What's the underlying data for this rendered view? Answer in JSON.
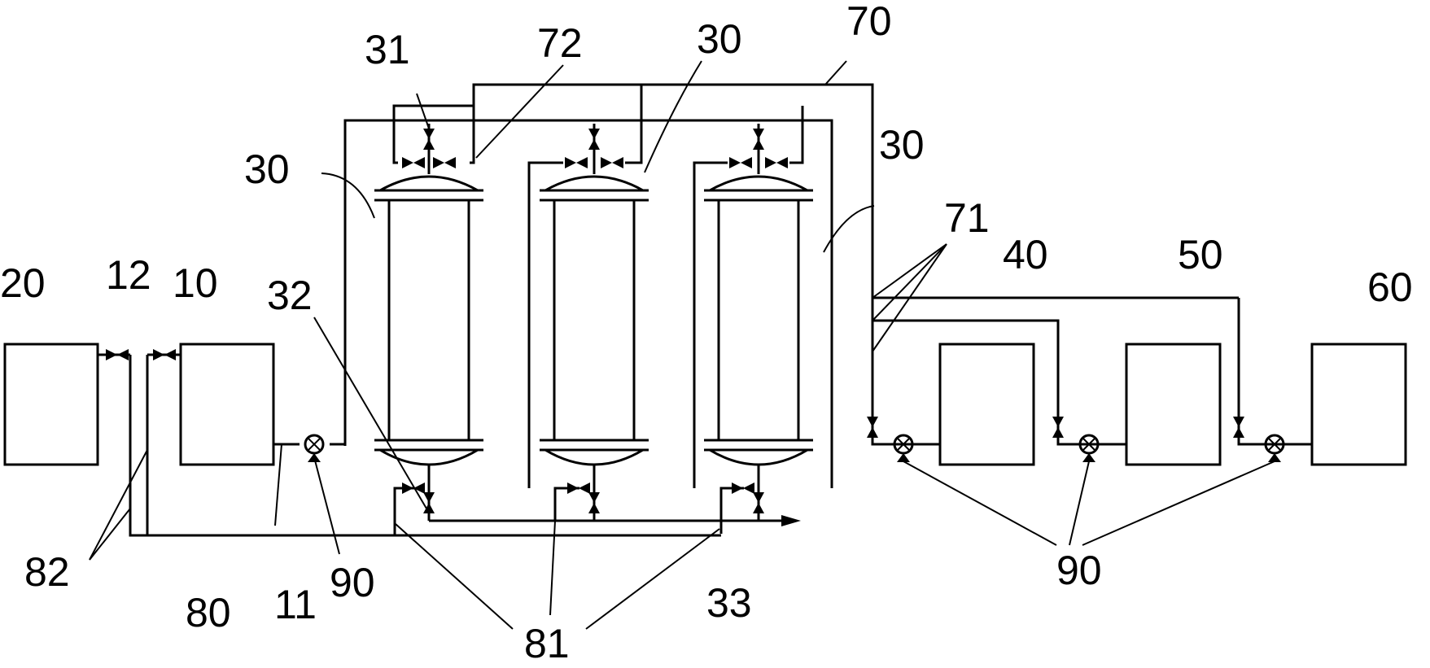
{
  "labels": {
    "storage_tank": "20",
    "valve_tank_line": "12",
    "feed_tank": "10",
    "reactor_top_valve": "31",
    "header_branch": "72",
    "reactor_mid": "30",
    "top_header": "70",
    "reactor_left": "30",
    "reactor_right": "30",
    "reactor_bottom_valve": "32",
    "drain_branches": "71",
    "tank_40": "40",
    "tank_50": "50",
    "tank_60": "60",
    "return_branches": "82",
    "return_line": "80",
    "feed_outlet": "11",
    "pump_feed": "90",
    "discharge_branches": "81",
    "outlet": "33",
    "pumps_right": "90"
  }
}
